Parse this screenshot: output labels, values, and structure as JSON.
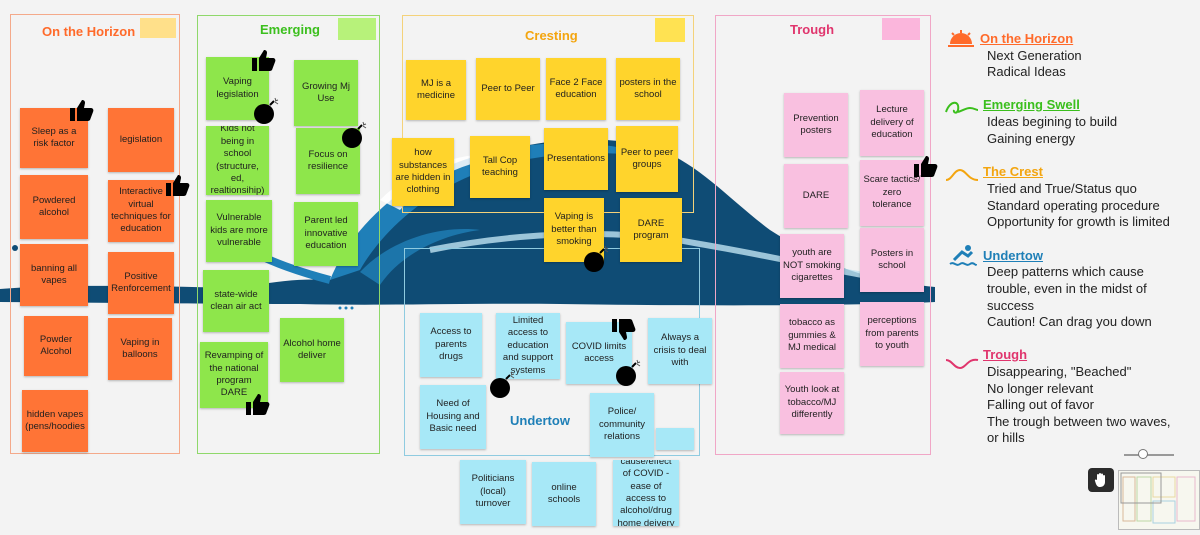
{
  "frames": {
    "horizon": {
      "title": "On the Horizon",
      "title_color": "#ff6a2a",
      "border": "#f4a98a",
      "swatch": "#ffe08a"
    },
    "emerging": {
      "title": "Emerging",
      "title_color": "#3bbf1d",
      "border": "#8fd86a",
      "swatch": "#b7f27a"
    },
    "cresting": {
      "title": "Cresting",
      "title_color": "#f3a50f",
      "border": "#f4d27a",
      "swatch": "#ffe252"
    },
    "trough": {
      "title": "Trough",
      "title_color": "#e0356d",
      "border": "#f0a6c6",
      "swatch": "#fbb6dc"
    },
    "undertow": {
      "title": "Undertow",
      "title_color": "#1e7fb7",
      "border": "#8fcbe0",
      "swatch": "#a7e8f7"
    }
  },
  "notes": {
    "horizon": [
      "Sleep as a risk factor",
      "legislation",
      "Powdered alcohol",
      "Interactive virtual techniques for education",
      "banning all vapes",
      "Positive Renforcement",
      "Powder Alcohol",
      "Vaping in balloons",
      "hidden vapes (pens/hoodies"
    ],
    "emerging": [
      "Vaping legislation",
      "Growing Mj Use",
      "Kids not being in school (structure, ed, realtionsihip)",
      "Focus on resilience",
      "Vulnerable kids are more vulnerable",
      "Parent led innovative education",
      "state-wide clean air act",
      "Alcohol home deliver",
      "Revamping of the national program DARE"
    ],
    "cresting": [
      "MJ is a medicine",
      "Peer to Peer",
      "Face 2 Face education",
      "posters in the school",
      "how substances are hidden in clothing",
      "Tall Cop teaching",
      "Presentations",
      "Peer to peer groups",
      "Vaping is better than smoking",
      "DARE program"
    ],
    "undertow": [
      "Access to parents drugs",
      "Limited access to education and support systems",
      "COVID limits access",
      "Always a crisis to deal with",
      "Need of Housing and Basic need",
      "Police/ community relations",
      "Politicians (local) turnover",
      "online schools",
      "cause/effect of COVID - ease of access to alcohol/drug home deivery"
    ],
    "trough": [
      "Prevention posters",
      "Lecture delivery of education",
      "DARE",
      "Scare tactics/ zero tolerance",
      "youth are NOT smoking cigarettes",
      "Posters in school",
      "tobacco as gummies & MJ medical",
      "perceptions from parents to youth",
      "Youth look at tobacco/MJ differently"
    ]
  },
  "legend": {
    "horizon": {
      "title": "On the Horizon",
      "color": "#ff6a2a",
      "lines": [
        "Next Generation",
        "Radical Ideas"
      ],
      "icon": "sunrise-icon"
    },
    "emerging": {
      "title": "Emerging Swell",
      "color": "#3bbf1d",
      "lines": [
        "Ideas begining to build",
        "Gaining energy"
      ],
      "icon": "swell-icon"
    },
    "crest": {
      "title": "The Crest",
      "color": "#f3a50f",
      "lines": [
        "Tried and True/Status quo",
        "Standard operating procedure",
        "Opportunity for growth is limited"
      ],
      "icon": "crest-wave-icon"
    },
    "undertow": {
      "title": "Undertow",
      "color": "#1e7fb7",
      "lines": [
        "Deep patterns which cause",
        "trouble, even in the midst of",
        "success",
        "Caution! Can drag you down"
      ],
      "icon": "swimmer-icon"
    },
    "trough": {
      "title": "Trough",
      "color": "#e0356d",
      "lines": [
        "Disappearing, \"Beached\"",
        "No longer relevant",
        "Falling out of favor",
        "The trough between two waves,",
        "or hills"
      ],
      "icon": "trough-wave-icon"
    }
  },
  "colors": {
    "wave_dark": "#0f4c75",
    "wave_mid": "#1f7fb8",
    "wave_light": "#bfe3f2"
  }
}
